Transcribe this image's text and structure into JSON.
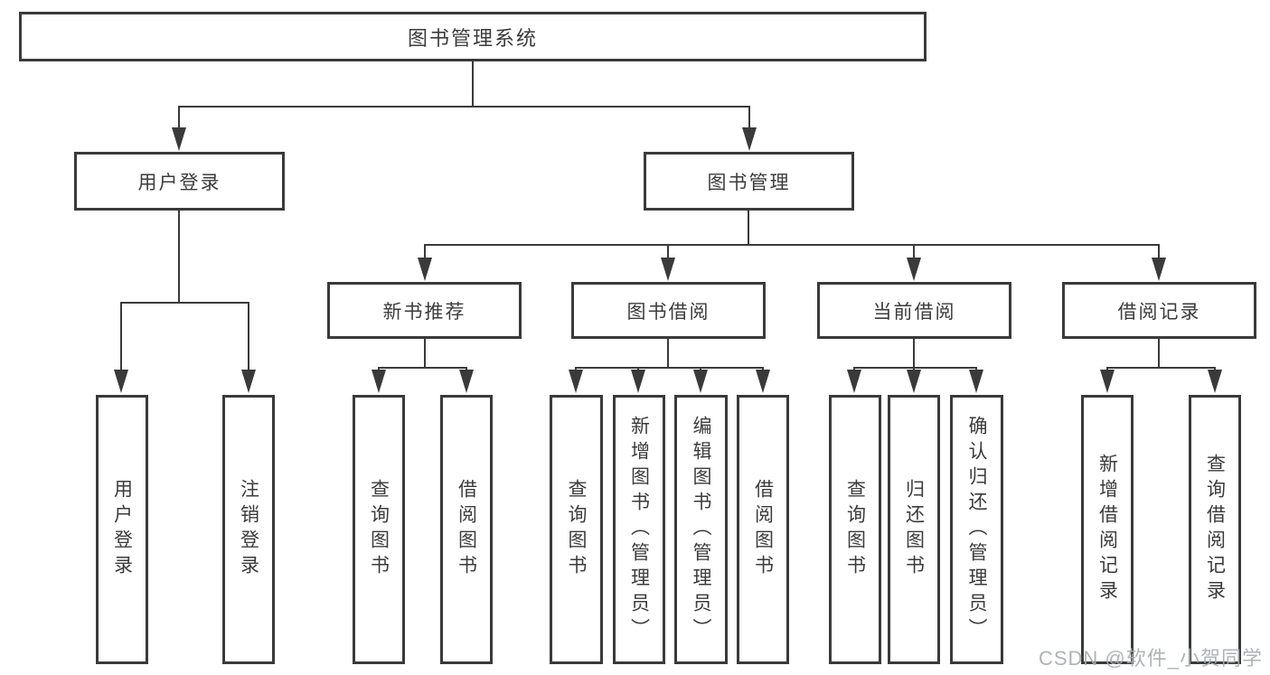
{
  "tree": {
    "root": "图书管理系统",
    "children": [
      {
        "label": "用户登录",
        "children": [
          "用户登录",
          "注销登录"
        ]
      },
      {
        "label": "图书管理",
        "children": [
          {
            "label": "新书推荐",
            "children": [
              "查询图书",
              "借阅图书"
            ]
          },
          {
            "label": "图书借阅",
            "children": [
              "查询图书",
              "新增图书（管理员）",
              "编辑图书（管理员）",
              "借阅图书"
            ]
          },
          {
            "label": "当前借阅",
            "children": [
              "查询图书",
              "归还图书",
              "确认归还（管理员）"
            ]
          },
          {
            "label": "借阅记录",
            "children": [
              "新增借阅记录",
              "查询借阅记录"
            ]
          }
        ]
      }
    ]
  },
  "watermark": {
    "text": "CSDN @软件_小贺同学"
  },
  "colors": {
    "line": "#3a3a3a",
    "box_border": "#3a3a3a",
    "text": "#3b3b3b",
    "watermark": "#a7acb2",
    "background": "#ffffff"
  }
}
